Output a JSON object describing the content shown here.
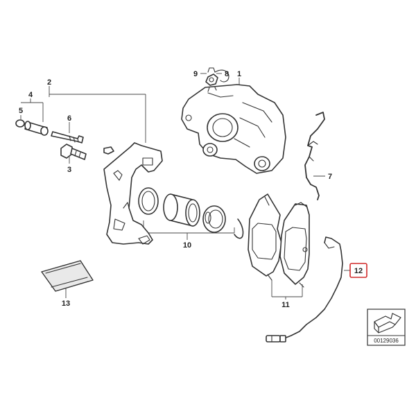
{
  "diagram": {
    "labels": {
      "p1": "1",
      "p2": "2",
      "p3": "3",
      "p4": "4",
      "p5": "5",
      "p6": "6",
      "p7": "7",
      "p8": "8",
      "p9": "9",
      "p10": "10",
      "p11": "11",
      "p12": "12",
      "p13": "13"
    },
    "highlighted_label": "12",
    "highlight_color": "#d12a2a",
    "reference_number": "00129036"
  }
}
